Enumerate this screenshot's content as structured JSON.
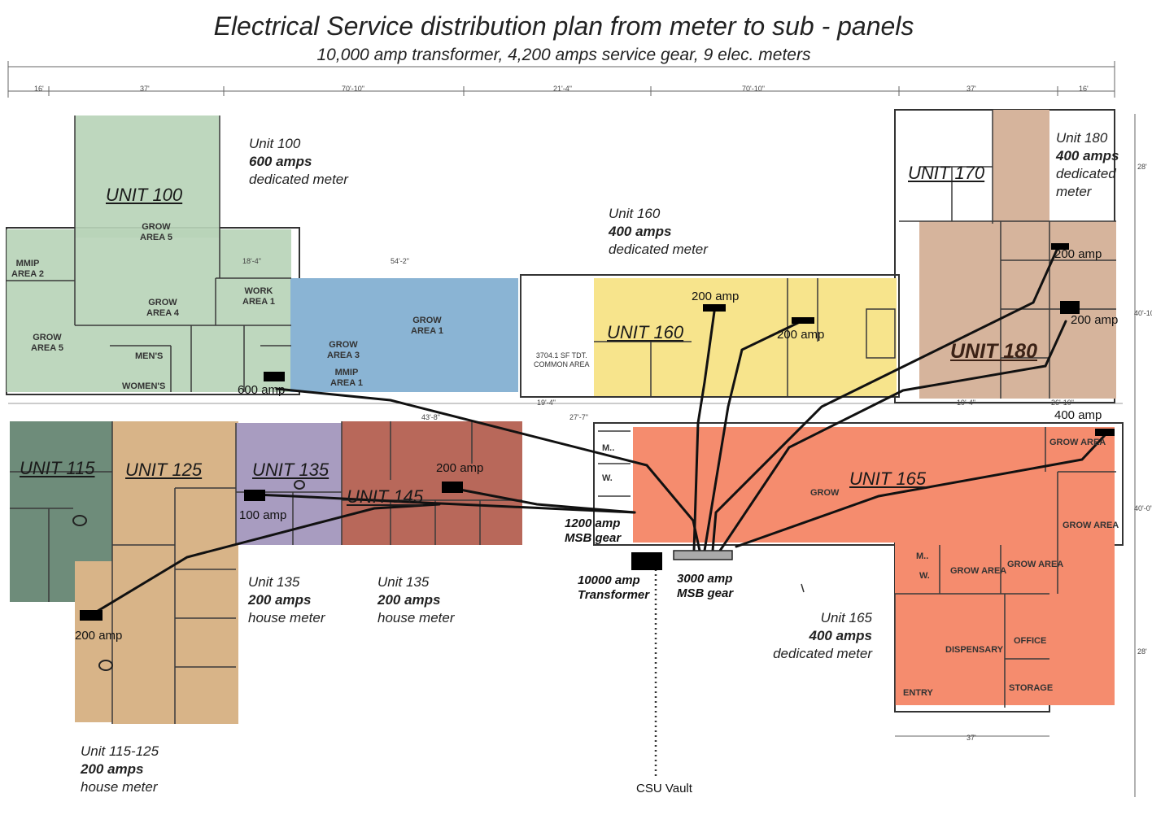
{
  "title": "Electrical Service distribution   plan from meter to sub - panels",
  "subtitle": "10,000 amp transformer, 4,200 amps service gear, 9 elec. meters",
  "colors": {
    "unit100": "#b8d4b8",
    "unit_blue": "#8ab4d4",
    "unit160": "#f7e48c",
    "unit180": "#d6b49c",
    "unit115": "#6e8c7a",
    "unit125": "#d8b488",
    "unit135": "#a89cc0",
    "unit145": "#b8685a",
    "unit165": "#f58c6e",
    "wire": "#111111"
  },
  "unit_labels": {
    "u100": "UNIT 100",
    "u160": "UNIT 160",
    "u170": "UNIT 170",
    "u180": "UNIT 180",
    "u115": "UNIT 115",
    "u125": "UNIT 125",
    "u135": "UNIT 135",
    "u145": "UNIT 145",
    "u165": "UNIT 165"
  },
  "room_labels": {
    "mmip2": "MMIP\nAREA 2",
    "grow5a": "GROW\nAREA 5",
    "grow5b": "GROW\nAREA 5",
    "grow4": "GROW\nAREA 4",
    "work1": "WORK\nAREA 1",
    "mens": "MEN'S",
    "womens": "WOMEN'S",
    "grow1": "GROW\nAREA 1",
    "grow3": "GROW\nAREA 3",
    "mmip1": "MMIP\nAREA 1",
    "common": "3704.1 SF TDT.\nCOMMON AREA",
    "grow": "GROW",
    "growarea_a": "GROW AREA",
    "growarea_b": "GROW AREA",
    "growarea_c": "GROW AREA",
    "growarea_d": "GROW AREA",
    "dispensary": "DISPENSARY",
    "office": "OFFICE",
    "storage": "STORAGE",
    "entry": "ENTRY",
    "m1": "M..",
    "w1": "W.",
    "m2": "M..",
    "w2": "W."
  },
  "meters": {
    "u100": {
      "unit": "Unit 100",
      "amps": "600 amps",
      "meter": "dedicated meter"
    },
    "u160": {
      "unit": "Unit 160",
      "amps": "400 amps",
      "meter": "dedicated  meter"
    },
    "u180": {
      "unit": "Unit 180",
      "amps": "400 amps",
      "meter1": "dedicated",
      "meter2": "meter"
    },
    "u135a": {
      "unit": "Unit 135",
      "amps": "200 amps",
      "meter": "house  meter"
    },
    "u135b": {
      "unit": "Unit 135",
      "amps": "200 amps",
      "meter": "house  meter"
    },
    "u165": {
      "unit": "Unit 165",
      "amps": "400 amps",
      "meter": "dedicated  meter"
    },
    "u115": {
      "unit": "Unit 115-125",
      "amps": "200 amps",
      "meter": "house  meter"
    }
  },
  "panel_labels": {
    "p600": "600 amp",
    "p160a": "200 amp",
    "p160b": "200 amp",
    "p180a": "200 amp",
    "p180b": "200 amp",
    "p165": "400 amp",
    "p145": "200 amp",
    "p135": "100 amp",
    "p115": "200 amp"
  },
  "gear": {
    "msb1200": "1200 amp\nMSB gear",
    "transformer": "10000 amp\nTransformer",
    "msb3000": "3000 amp\nMSB gear",
    "vault": "CSU Vault"
  },
  "dimensions": [
    "16'",
    "37'",
    "70'-10\"",
    "21'-4\"",
    "70'-10\"",
    "37'",
    "16'",
    "18'-4\"",
    "54'-2\"",
    "19'-4\"",
    "27'-7\"",
    "43'-8\"",
    "19'-4\"",
    "26'-10\"",
    "37'",
    "28'",
    "40'-10\"",
    "28'",
    "40'-0\""
  ]
}
